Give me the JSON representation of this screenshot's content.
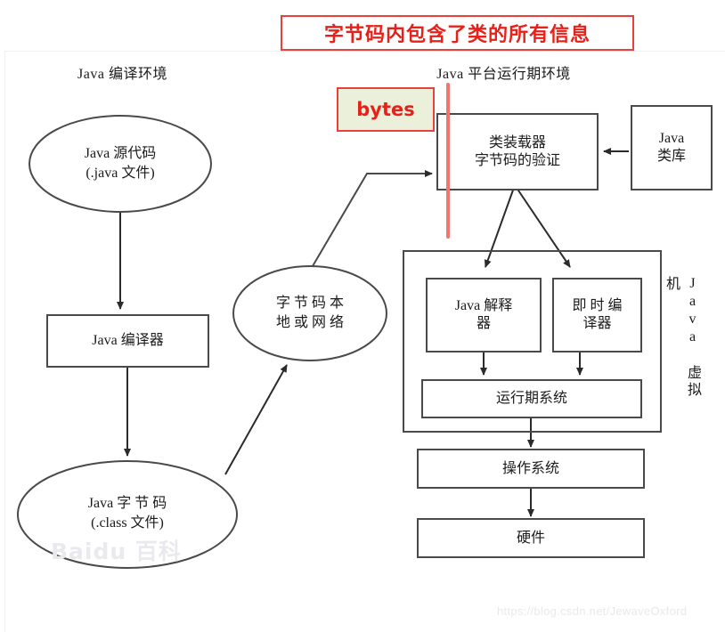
{
  "title_banner": {
    "text": "字节码内包含了类的所有信息",
    "border_color": "#e8403a",
    "text_color": "#e8201a"
  },
  "sections": {
    "compile_env": "Java 编译环境",
    "runtime_env": "Java 平台运行期环境",
    "jvm_side": "Java 虚拟机"
  },
  "callout": {
    "bytes_label": "bytes",
    "background": "#eaf0da",
    "border_color": "#e8403a",
    "text_color": "#e8201a"
  },
  "marker": {
    "color": "#f2756f"
  },
  "nodes": {
    "source_code": "Java 源代码\n(.java 文件)",
    "compiler": "Java 编译器",
    "bytecode_file": "Java 字 节 码\n(.class 文件)",
    "bytecode_transport": "字 节 码 本\n地 或 网 络",
    "class_loader": "类装载器\n字节码的验证",
    "class_library": "Java\n类库",
    "interpreter": "Java 解释\n器",
    "jit_compiler": "即 时 编\n译器",
    "runtime_system": "运行期系统",
    "operating_system": "操作系统",
    "hardware": "硬件"
  },
  "watermarks": {
    "csdn": "https://blog.csdn.net/JewaveOxford",
    "baidu": "Baidu 百科"
  }
}
